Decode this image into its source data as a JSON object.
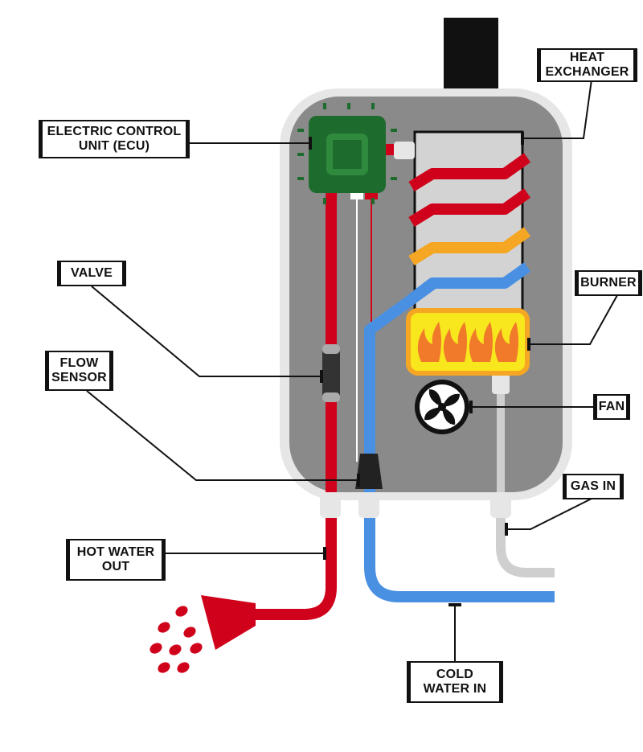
{
  "labels": {
    "ecu": [
      "ELECTRIC CONTROL",
      "UNIT (ECU)"
    ],
    "heat_exchanger": [
      "HEAT",
      "EXCHANGER"
    ],
    "valve": [
      "VALVE"
    ],
    "burner": [
      "BURNER"
    ],
    "flow_sensor": [
      "FLOW",
      "SENSOR"
    ],
    "fan": [
      "FAN"
    ],
    "gas_in": [
      "GAS IN"
    ],
    "hot_water_out": [
      "HOT WATER",
      "OUT"
    ],
    "cold_water_in": [
      "COLD",
      "WATER IN"
    ]
  },
  "colors": {
    "hot": "#d0021b",
    "cold": "#4a90e2",
    "warm": "#f5a623",
    "gas": "#cfcfcf",
    "casing": "#e6e6e6",
    "body": "#8a8a8a",
    "ecu": "#1e6b2e",
    "flame": "#f8e71c",
    "flame_fill": "#f07a2a",
    "flue": "#111111"
  }
}
